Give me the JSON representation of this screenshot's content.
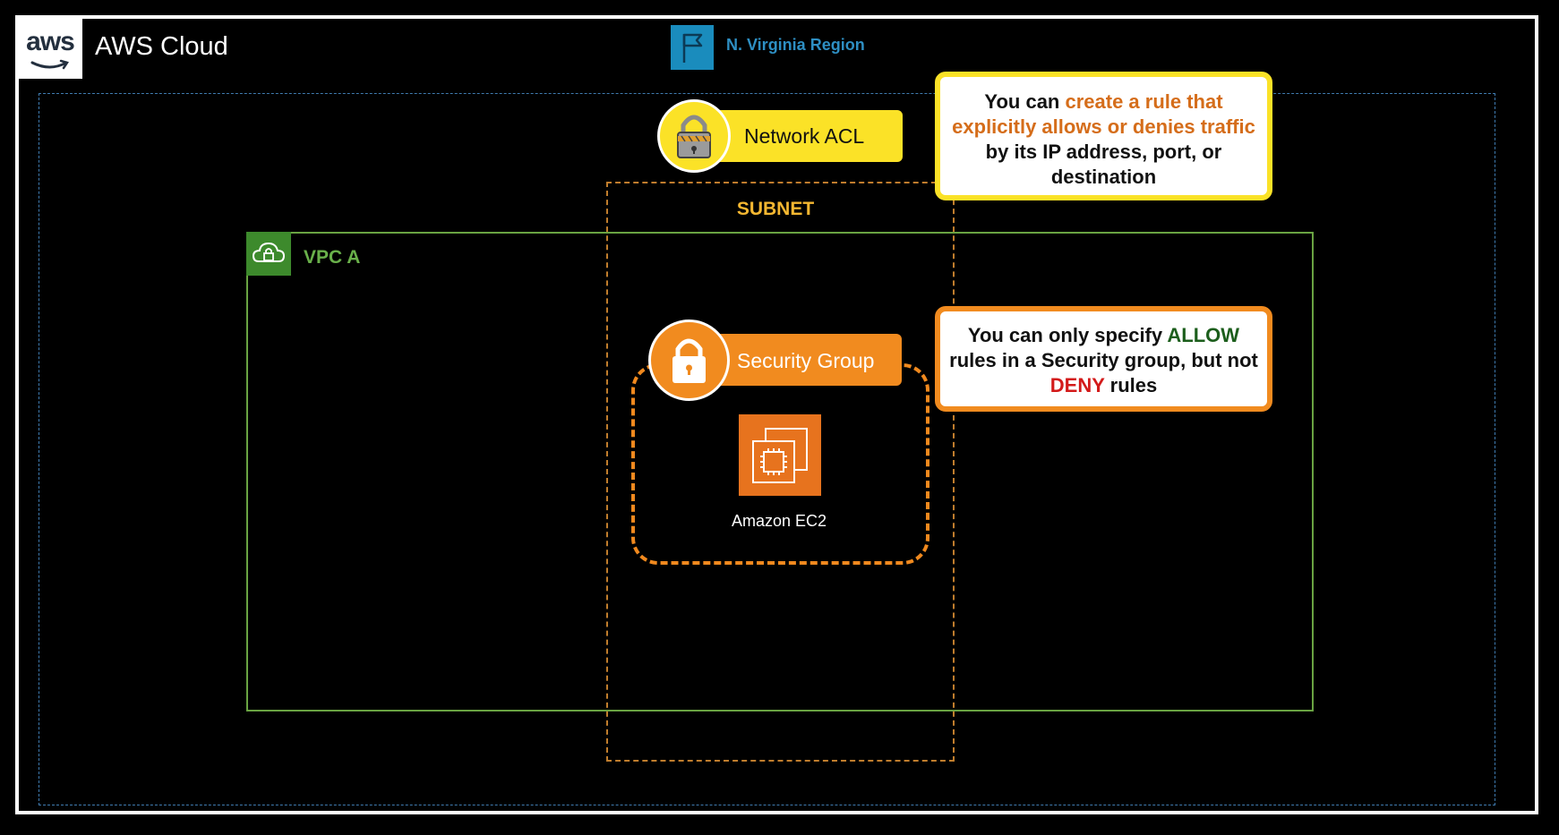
{
  "cloud": {
    "logo_text": "aws",
    "title": "AWS Cloud"
  },
  "region": {
    "label": "N. Virginia Region",
    "icon": "flag-icon"
  },
  "subnet": {
    "label": "SUBNET"
  },
  "vpc": {
    "label": "VPC A",
    "icon": "cloud-lock-icon"
  },
  "nacl": {
    "label": "Network ACL",
    "icon": "padlock-icon"
  },
  "security_group": {
    "label": "Security Group",
    "icon": "padlock-icon"
  },
  "ec2": {
    "label": "Amazon EC2",
    "icon": "ec2-chip-icon"
  },
  "callout_nacl": {
    "line1_plain": "You can ",
    "line1_highlight": "create a rule that",
    "line2_highlight": "explicitly allows or denies traffic",
    "line3": "by its IP address, port, or",
    "line4": "destination"
  },
  "callout_sg": {
    "line1_plain": "You can only specify ",
    "line1_highlight": "ALLOW",
    "line2": "rules in a Security group, but not",
    "line3_highlight": "DENY",
    "line3_plain": " rules"
  },
  "colors": {
    "region_blue": "#2e8fc3",
    "subnet_amber": "#f4b731",
    "vpc_green": "#69a342",
    "nacl_yellow": "#fbe227",
    "sg_orange": "#f18b1f",
    "ec2_orange": "#e7731e"
  }
}
